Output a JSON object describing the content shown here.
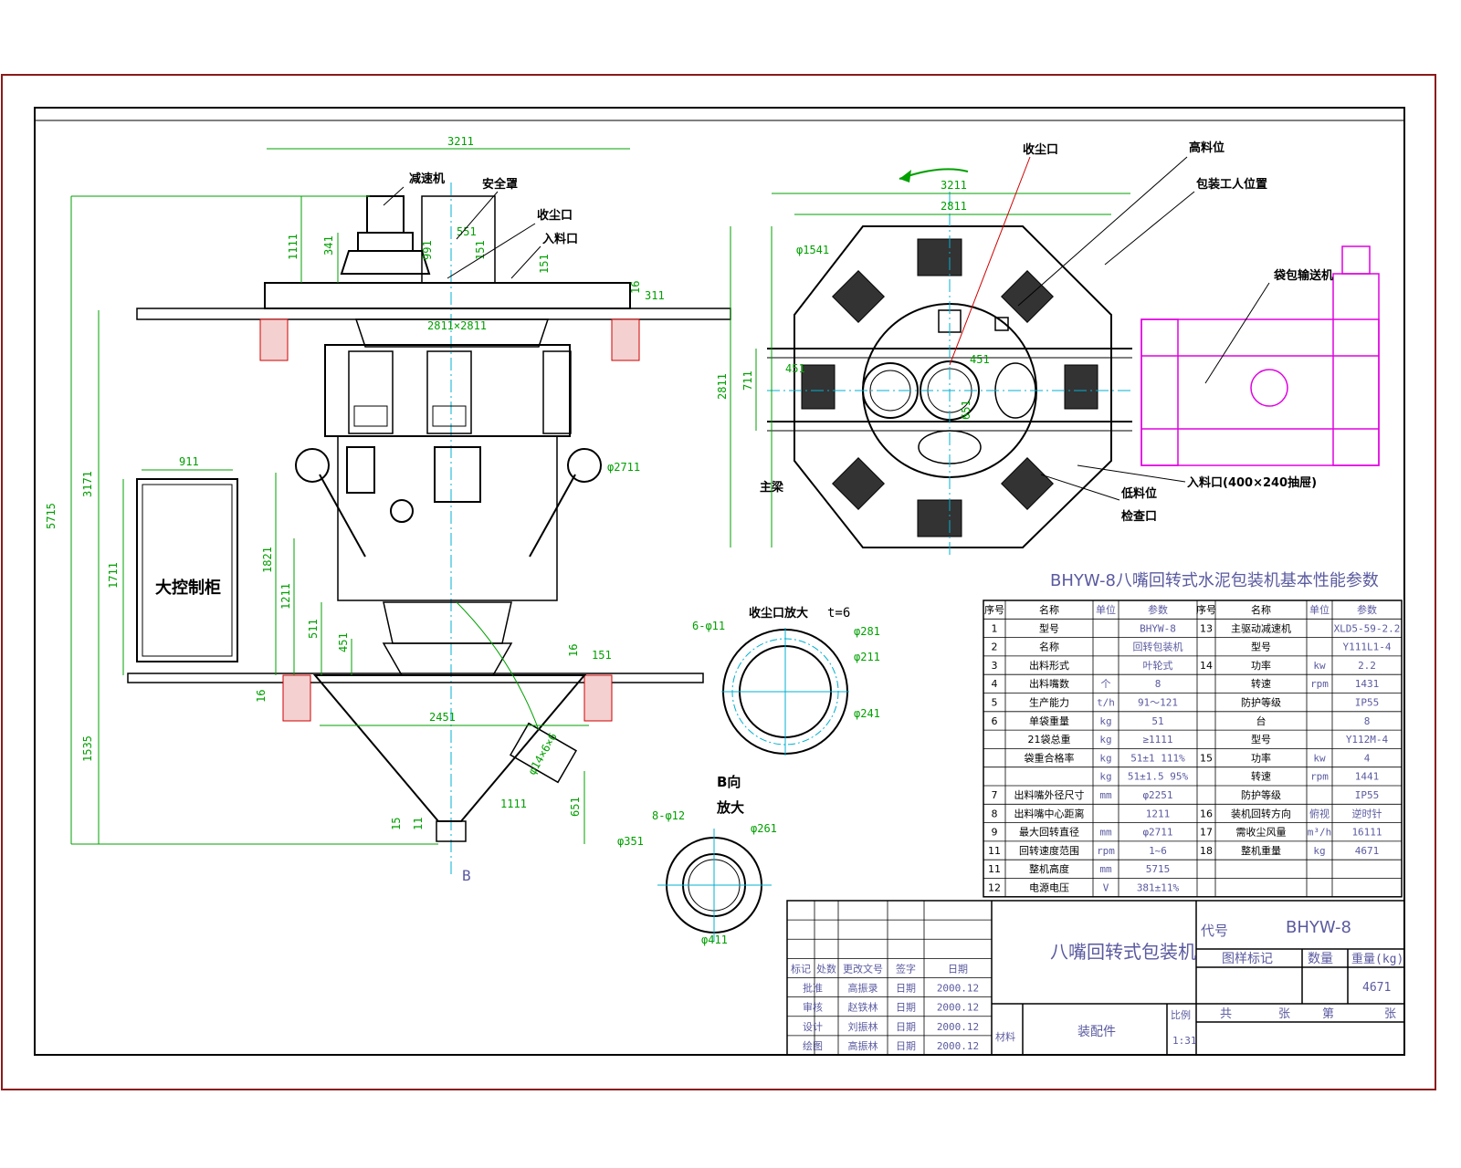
{
  "drawing": {
    "title_main": "BHYW-8八嘴回转式水泥包装机基本性能参数",
    "product_name": "八嘴回转式包装机",
    "code_label": "代号",
    "code_value": "BHYW-8",
    "total_weight": "4671",
    "assembly_label": "装配件",
    "material_label": "材料",
    "scale_label": "比例",
    "scale_value": "1:31"
  },
  "front_view": {
    "labels": {
      "reducer": "减速机",
      "safety_cover": "安全罩",
      "dust_port": "收尘口",
      "inlet": "入料口",
      "control_cabinet": "大控制柜",
      "b_mark": "B"
    },
    "dims": {
      "top_width": "3211",
      "total_height": "5715",
      "upper_height": "3171",
      "lower_height": "1535",
      "h1": "1111",
      "h2": "341",
      "h3": "991",
      "h4": "551",
      "h5": "151",
      "h6": "151",
      "h7": "311",
      "h8": "16",
      "span": "2811×2811",
      "cab_width": "911",
      "cab_height": "1711",
      "h9": "1821",
      "h10": "1211",
      "h11": "511",
      "h12": "451",
      "dia1": "φ2711",
      "hopper_width": "2451",
      "hopper_h": "1111",
      "hopper_h2": "651",
      "hopper_side": "φ14×6×6",
      "bottom1": "15",
      "bottom2": "11",
      "left16": "16",
      "right16": "16",
      "right151": "151"
    }
  },
  "top_view": {
    "labels": {
      "dust_port": "收尘口",
      "high_level": "高料位",
      "worker_pos": "包装工人位置",
      "conveyor": "袋包输送机",
      "main_beam": "主梁",
      "low_level": "低料位",
      "inspect_port": "检查口",
      "inlet": "入料口(400×240抽屉)"
    },
    "dims": {
      "w1": "3211",
      "w2": "2811",
      "d1": "φ1541",
      "h1": "2811",
      "h2": "711",
      "s1": "451",
      "s2": "451",
      "s3": "651"
    }
  },
  "detail_dust": {
    "title": "收尘口放大",
    "t": "t=6",
    "holes": "6-φ11",
    "d1": "φ281",
    "d2": "φ211",
    "d3": "φ241"
  },
  "detail_b": {
    "title1": "B向",
    "title2": "放大",
    "holes": "8-φ12",
    "d1": "φ261",
    "d2": "φ351",
    "d3": "φ411"
  },
  "spec_table": {
    "headers": [
      "序号",
      "名称",
      "单位",
      "参数",
      "序号",
      "名称",
      "单位",
      "参数"
    ],
    "rows": [
      [
        "1",
        "型号",
        "",
        "BHYW-8",
        "13",
        "主驱动减速机",
        "",
        "XLD5-59-2.2"
      ],
      [
        "2",
        "名称",
        "",
        "回转包装机",
        "",
        "型号",
        "",
        "Y111L1-4"
      ],
      [
        "3",
        "出料形式",
        "",
        "叶轮式",
        "14",
        "功率",
        "kw",
        "2.2"
      ],
      [
        "4",
        "出料嘴数",
        "个",
        "8",
        "",
        "转速",
        "rpm",
        "1431"
      ],
      [
        "5",
        "生产能力",
        "t/h",
        "91～121",
        "",
        "防护等级",
        "",
        "IP55"
      ],
      [
        "6",
        "单袋重量",
        "kg",
        "51",
        "",
        "台",
        "",
        "8"
      ],
      [
        "",
        "21袋总重",
        "kg",
        "≥1111",
        "",
        "型号",
        "",
        "Y112M-4"
      ],
      [
        "",
        "袋重合格率",
        "kg",
        "51±1  111%",
        "15",
        "功率",
        "kw",
        "4"
      ],
      [
        "",
        "",
        "kg",
        "51±1.5  95%",
        "",
        "转速",
        "rpm",
        "1441"
      ],
      [
        "7",
        "出料嘴外径尺寸",
        "mm",
        "φ2251",
        "",
        "防护等级",
        "",
        "IP55"
      ],
      [
        "8",
        "出料嘴中心距离",
        "",
        "1211",
        "16",
        "装机回转方向",
        "俯视",
        "逆时针"
      ],
      [
        "9",
        "最大回转直径",
        "mm",
        "φ2711",
        "17",
        "需收尘风量",
        "m³/h",
        "16111"
      ],
      [
        "11",
        "回转速度范围",
        "rpm",
        "1~6",
        "18",
        "整机重量",
        "kg",
        "4671"
      ],
      [
        "11",
        "整机高度",
        "mm",
        "5715",
        "",
        "",
        "",
        ""
      ],
      [
        "12",
        "电源电压",
        "V",
        "381±11%",
        "",
        "",
        "",
        ""
      ]
    ]
  },
  "title_block": {
    "col_heads": [
      "标记",
      "处数",
      "更改文号",
      "签字",
      "日期"
    ],
    "rows": [
      [
        "批准",
        "高振录",
        "日期",
        "2000.12"
      ],
      [
        "审核",
        "赵铁林",
        "日期",
        "2000.12"
      ],
      [
        "设计",
        "刘振林",
        "日期",
        "2000.12"
      ],
      [
        "绘图",
        "高振林",
        "日期",
        "2000.12"
      ]
    ],
    "right_heads": [
      "图样标记",
      "数量",
      "重量(kg)"
    ],
    "sheet": [
      "共",
      "张",
      "第",
      "张"
    ]
  },
  "colors": {
    "frame": "#8b1a1a",
    "outline": "#000000",
    "dimension": "#00a000",
    "center": "#00b0d0",
    "magenta": "#e000e0",
    "red": "#d00000"
  }
}
